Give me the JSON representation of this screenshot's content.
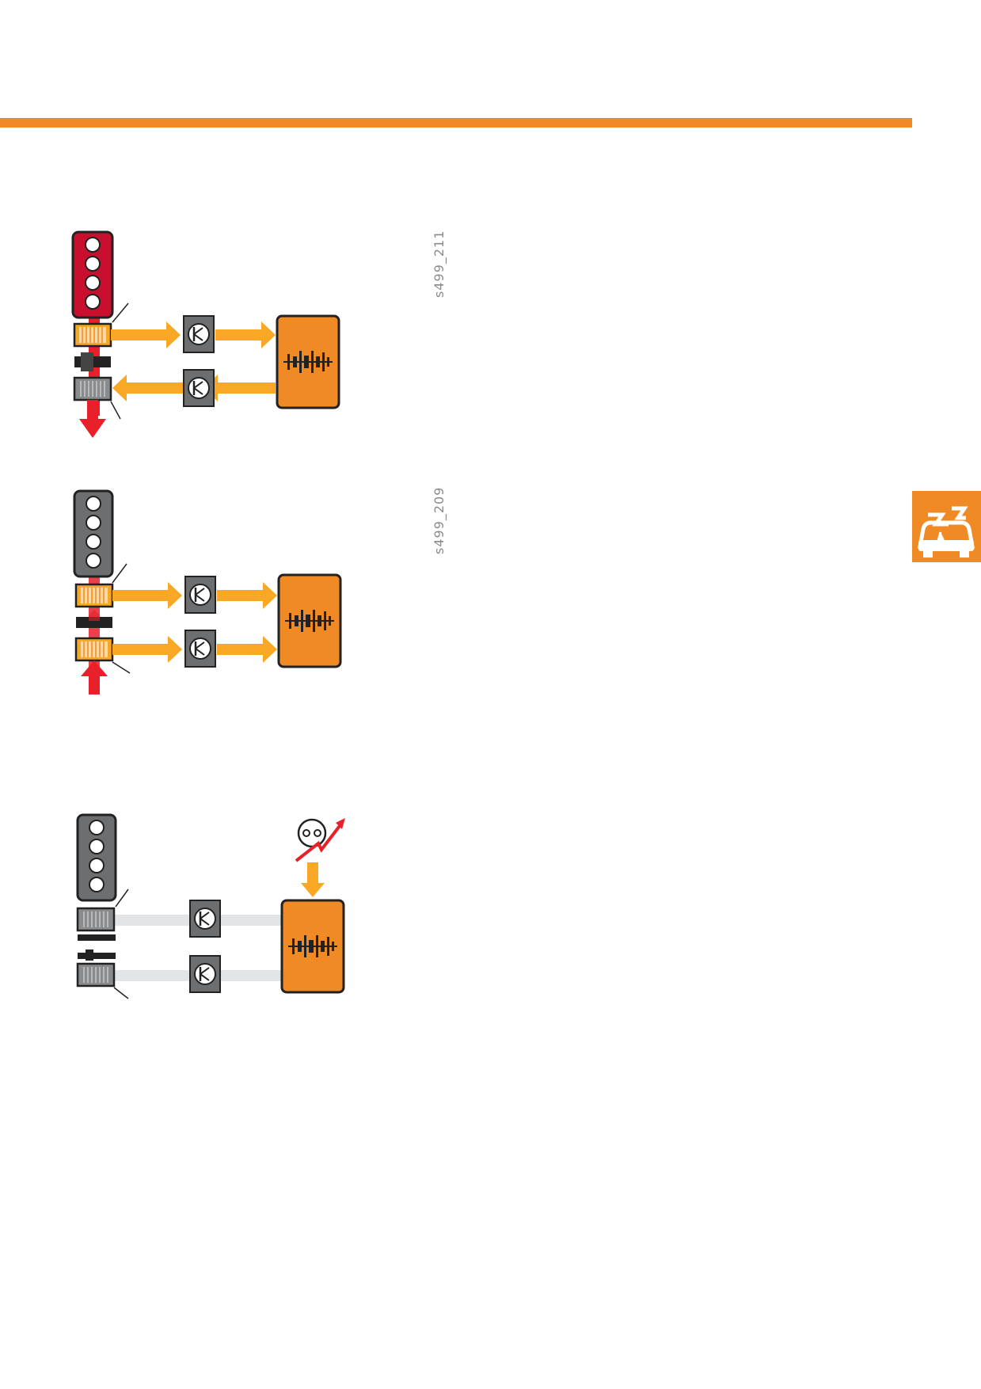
{
  "colors": {
    "accent": "#f08a24",
    "arrow": "#f9a825",
    "red_arrow": "#e8202a",
    "light_red": "#c8102e",
    "light_grey": "#6d6e70",
    "inactive_line": "#e3e4e6"
  },
  "figures": [
    {
      "code": "s499_211",
      "lights": "red",
      "lower_flow": "from-unit",
      "wheel_arrow": "down"
    },
    {
      "code": "s499_209",
      "lights": "grey",
      "lower_flow": "to-unit",
      "wheel_arrow": "up"
    },
    {
      "code": "",
      "lights": "grey",
      "lower_flow": "inactive",
      "wheel_arrow": "none"
    }
  ],
  "icons": {
    "side_tab": "car-electrical-fault-icon",
    "traffic_light": "traffic-light-icon",
    "sensor": "transistor-sensor-icon",
    "control_unit": "control-unit-waveform-icon",
    "diagnosis": "diagnosis-signal-icon"
  }
}
